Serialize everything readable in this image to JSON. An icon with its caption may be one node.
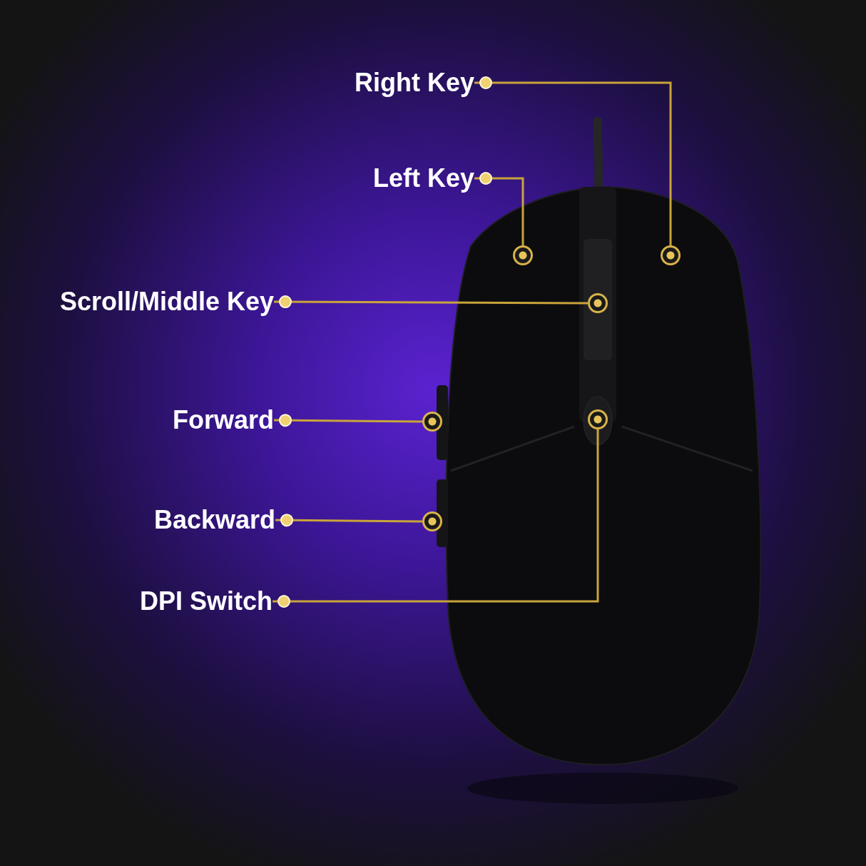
{
  "diagram": {
    "nodes": [
      {
        "text": [
          "Right Key"
        ]
      },
      {
        "text": [
          "Left Key"
        ]
      },
      {
        "text": [
          "Scroll/Middle Key"
        ]
      },
      {
        "text": [
          "Forward"
        ]
      },
      {
        "text": [
          "Backward"
        ]
      },
      {
        "text": [
          "DPI Switch"
        ]
      },
      {
        "text": [],
        "shape": "circle"
      },
      {
        "text": [],
        "shape": "circle"
      },
      {
        "text": [],
        "shape": "circle"
      },
      {
        "text": [],
        "shape": "circle"
      },
      {
        "text": [],
        "shape": "circle"
      },
      {
        "text": [],
        "shape": "circle"
      }
    ],
    "edges": [
      {
        "from": 0,
        "to": 6,
        "arrow": "other"
      },
      {
        "from": 1,
        "to": 7,
        "arrow": "other"
      },
      {
        "from": 2,
        "to": 8,
        "arrow": "other"
      },
      {
        "from": 3,
        "to": 9,
        "arrow": "other"
      },
      {
        "from": 4,
        "to": 10,
        "arrow": "other"
      },
      {
        "from": 5,
        "to": 11,
        "arrow": "other"
      }
    ]
  }
}
